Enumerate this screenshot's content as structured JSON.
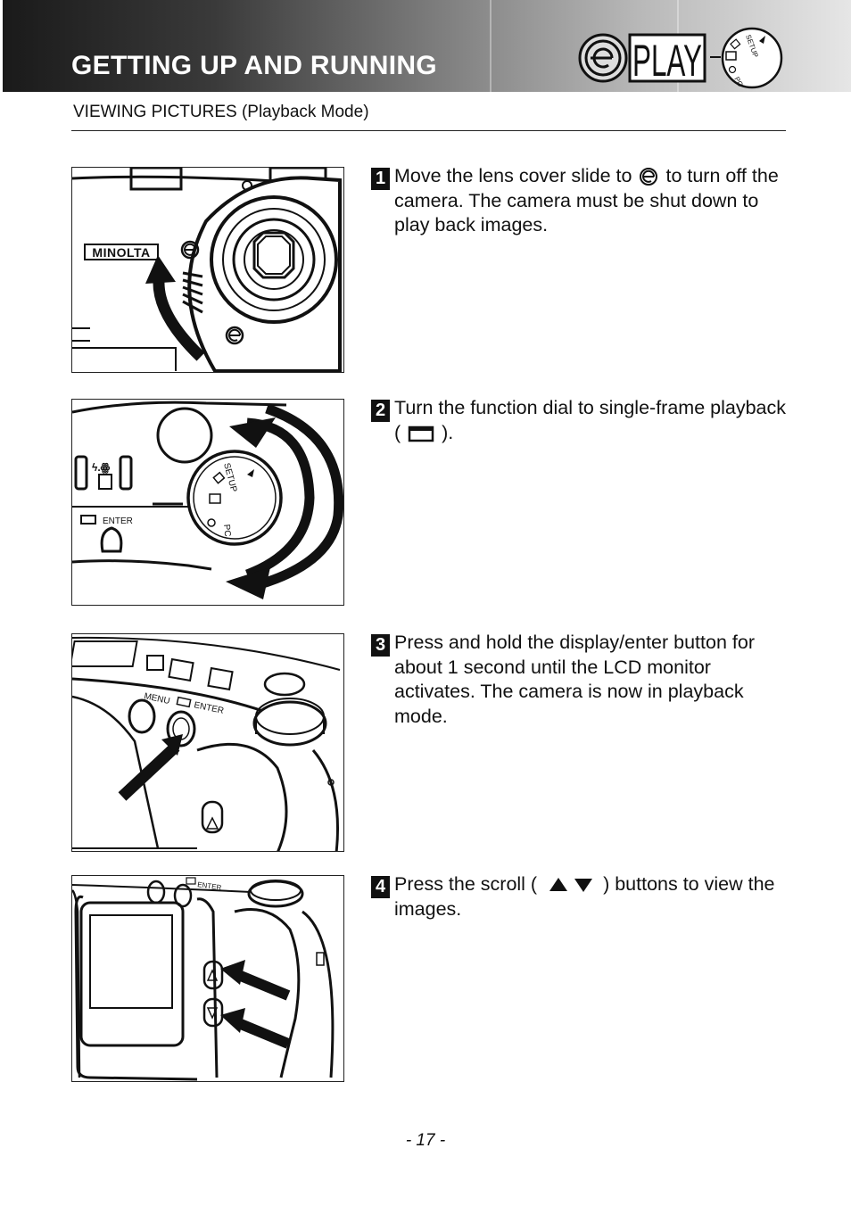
{
  "header": {
    "title": "GETTING UP AND RUNNING",
    "subtitle": "VIEWING PICTURES (Playback Mode)",
    "mode_logo_text": "PLAY",
    "dial_labels": {
      "setup": "SETUP",
      "pc": "PC"
    }
  },
  "figures": {
    "brand_text": "MINOLTA",
    "enter_label": "ENTER",
    "menu_label": "MENU",
    "dial_setup": "SETUP",
    "dial_pc": "PC"
  },
  "steps": [
    {
      "number": "1",
      "text_before": "Move the lens cover slide to",
      "icon": "lens-cover-off-icon",
      "text_after": "to turn off the camera. The camera must be shut down to play back images."
    },
    {
      "number": "2",
      "text_before": "Turn the function dial to single-frame playback (",
      "icon": "single-frame-icon",
      "text_after": ")."
    },
    {
      "number": "3",
      "text": "Press and hold the display/enter button for about 1 second until the LCD monitor activates. The camera is now in playback mode."
    },
    {
      "number": "4",
      "text_before": "Press the scroll (",
      "icon": "scroll-up-down-icon",
      "text_after": ") buttons to view the images."
    }
  ],
  "footer": {
    "page_number": "- 17 -"
  }
}
